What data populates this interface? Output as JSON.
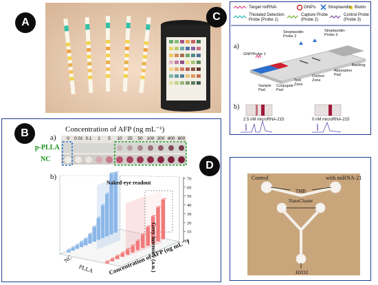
{
  "badges": {
    "a": "A",
    "b": "B",
    "c": "C",
    "d": "D"
  },
  "panel_b": {
    "title": "Concentration of AFP (ng mL⁻¹)",
    "label_a": "a)",
    "label_b": "b)",
    "conc": [
      "0",
      "0.01",
      "0.1",
      "1",
      "5",
      "10",
      "25",
      "50",
      "100",
      "200",
      "400",
      "800"
    ],
    "row1": "p-PLLA",
    "row2": "NC",
    "naked": "Naked-eye readout",
    "z_axis": "Grey intensity (a.u.)",
    "z_ticks": [
      "70",
      "60",
      "50",
      "40",
      "30",
      "20",
      "10",
      "0"
    ],
    "x_axis": "Concentration of AFP (ng mL⁻¹)",
    "nc": "NC",
    "plla": "PLLA",
    "colors": {
      "blue": "#8cb8e8",
      "red": "#f07a7a",
      "label_green": "#1a8f1a"
    }
  },
  "panel_c": {
    "legend": [
      "Target miRNA",
      "GNPs",
      "Streptavidin",
      "Biotin",
      "Thiolated Detection Probe (Probe 1)",
      "Capture Probe (Probe 2)",
      "Control Probe (Probe 3)"
    ],
    "label_a": "a)",
    "label_b": "b)",
    "gnp_probe": "GNP/Probe 1",
    "strep2": "Streptavidin-Probe 2",
    "strep3": "Streptavidin-Probe 3",
    "control_zone": "Control Zone",
    "test_zone": "Test Zone",
    "backing": "Backing",
    "absorption_pad": "Absorption Pad",
    "sample_pad": "Sample Pad",
    "conjugate_pad": "Conjugate Pad",
    "b_left": "2.5 nM microRNA-215",
    "b_right": "0 nM microRNA-215"
  },
  "panel_d": {
    "control": "Control",
    "with_mirna": "with miRNA-21",
    "tmb": "TMB",
    "nanocluster": "NanoCluster",
    "h2o2": "H2O2"
  }
}
